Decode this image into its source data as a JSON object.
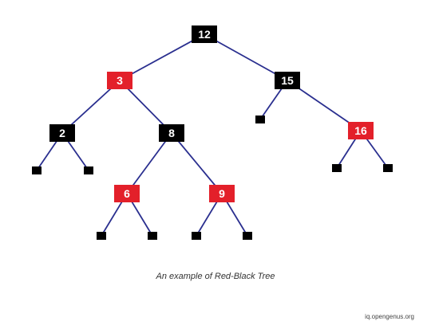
{
  "colors": {
    "red": "#e3202a",
    "black": "#000000",
    "edge": "#2a2f8f",
    "background": "#ffffff"
  },
  "nodes": [
    {
      "id": "n12",
      "label": "12",
      "color": "black",
      "kind": "key"
    },
    {
      "id": "n3",
      "label": "3",
      "color": "red",
      "kind": "key"
    },
    {
      "id": "n15",
      "label": "15",
      "color": "black",
      "kind": "key"
    },
    {
      "id": "n2",
      "label": "2",
      "color": "black",
      "kind": "key"
    },
    {
      "id": "n8",
      "label": "8",
      "color": "black",
      "kind": "key"
    },
    {
      "id": "n16",
      "label": "16",
      "color": "red",
      "kind": "key"
    },
    {
      "id": "n6",
      "label": "6",
      "color": "red",
      "kind": "key"
    },
    {
      "id": "n9",
      "label": "9",
      "color": "red",
      "kind": "key"
    },
    {
      "id": "nil15L",
      "label": "",
      "color": "black",
      "kind": "nil"
    },
    {
      "id": "nil2L",
      "label": "",
      "color": "black",
      "kind": "nil"
    },
    {
      "id": "nil2R",
      "label": "",
      "color": "black",
      "kind": "nil"
    },
    {
      "id": "nil16L",
      "label": "",
      "color": "black",
      "kind": "nil"
    },
    {
      "id": "nil16R",
      "label": "",
      "color": "black",
      "kind": "nil"
    },
    {
      "id": "nil6L",
      "label": "",
      "color": "black",
      "kind": "nil"
    },
    {
      "id": "nil6R",
      "label": "",
      "color": "black",
      "kind": "nil"
    },
    {
      "id": "nil9L",
      "label": "",
      "color": "black",
      "kind": "nil"
    },
    {
      "id": "nil9R",
      "label": "",
      "color": "black",
      "kind": "nil"
    }
  ],
  "edges": [
    [
      "n12",
      "n3"
    ],
    [
      "n12",
      "n15"
    ],
    [
      "n3",
      "n2"
    ],
    [
      "n3",
      "n8"
    ],
    [
      "n15",
      "nil15L"
    ],
    [
      "n15",
      "n16"
    ],
    [
      "n2",
      "nil2L"
    ],
    [
      "n2",
      "nil2R"
    ],
    [
      "n8",
      "n6"
    ],
    [
      "n8",
      "n9"
    ],
    [
      "n16",
      "nil16L"
    ],
    [
      "n16",
      "nil16R"
    ],
    [
      "n6",
      "nil6L"
    ],
    [
      "n6",
      "nil6R"
    ],
    [
      "n9",
      "nil9L"
    ],
    [
      "n9",
      "nil9R"
    ]
  ],
  "caption": "An example of Red-Black Tree",
  "watermark": "iq.opengenus.org"
}
